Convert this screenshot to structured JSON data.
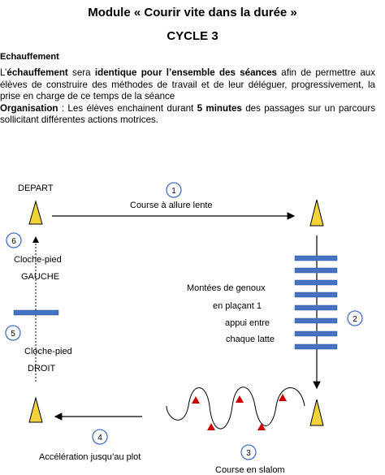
{
  "header": {
    "title": "Module « Courir vite dans la durée »",
    "subtitle": "CYCLE 3"
  },
  "section": {
    "heading": "Echauffement",
    "p1_part1": "L’",
    "p1_bold1": "échauffement",
    "p1_part2": " sera ",
    "p1_bold2": "identique pour l’ensemble des séances",
    "p1_part3": " afin de permettre aux élèves de construire des méthodes de travail et de leur déléguer, progressivement, la prise en charge de ce temps de la séance",
    "p2_bold1": "Organisation",
    "p2_part1": " : Les élèves enchainent durant ",
    "p2_bold2": "5 minutes",
    "p2_part2": " des passages sur un parcours sollicitant différentes actions motrices."
  },
  "diagram": {
    "depart": "DEPART",
    "step1": "Course à allure lente",
    "step2_lines": [
      "Montées de genoux",
      "en plaçant 1",
      "appui entre",
      "chaque latte"
    ],
    "step3": "Course en slalom",
    "step4": "Accélération jusqu’au plot",
    "step5_lines": [
      "Cloche-pied",
      "DROIT"
    ],
    "step6_lines": [
      "Cloche-pied",
      "GAUCHE"
    ],
    "numbers": [
      "1",
      "2",
      "3",
      "4",
      "5",
      "6"
    ],
    "colors": {
      "cone": "#f2d43a",
      "latte": "#4472c4",
      "plot": "#cc0000",
      "circle": "#4472c4"
    }
  }
}
